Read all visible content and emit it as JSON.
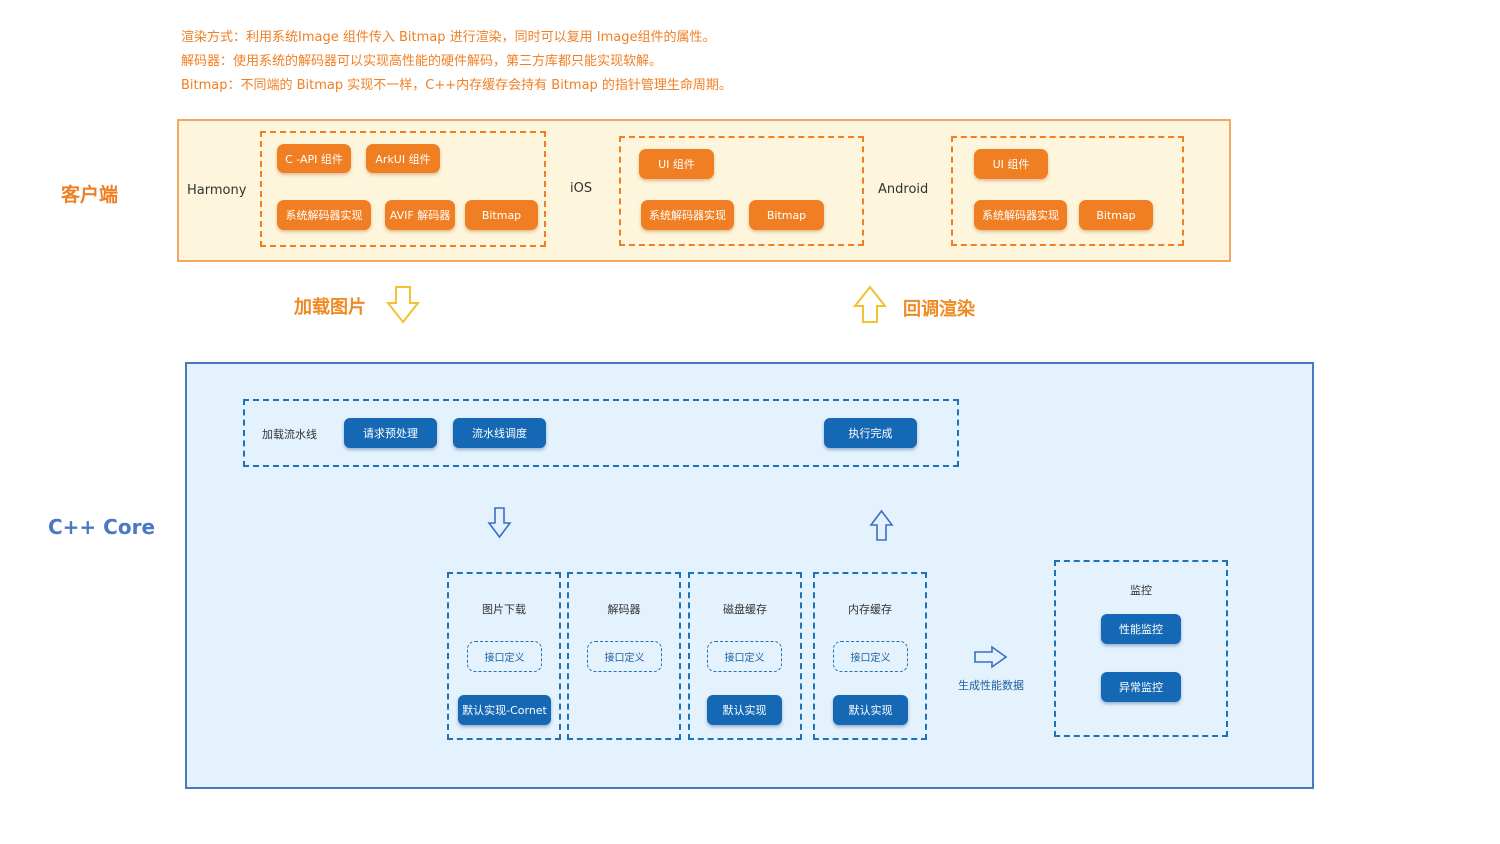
{
  "notes": [
    "渲染方式：利用系统Image 组件传入 Bitmap 进行渲染，同时可以复用 Image组件的属性。",
    "解码器：使用系统的解码器可以实现高性能的硬件解码，第三方库都只能实现软解。",
    "Bitmap：不同端的 Bitmap 实现不一样，C++内存缓存会持有 Bitmap 的指针管理生命周期。"
  ],
  "client": {
    "label": "客户端",
    "harmony": {
      "label": "Harmony",
      "items": [
        "C -API 组件",
        "ArkUI 组件",
        "系统解码器实现",
        "AVIF 解码器",
        "Bitmap"
      ]
    },
    "ios": {
      "label": "iOS",
      "items": [
        "UI 组件",
        "系统解码器实现",
        "Bitmap"
      ]
    },
    "android": {
      "label": "Android",
      "items": [
        "UI 组件",
        "系统解码器实现",
        "Bitmap"
      ]
    }
  },
  "flow": {
    "load_label": "加载图片",
    "callback_label": "回调渲染"
  },
  "core": {
    "label": "C++ Core",
    "pipeline": {
      "label": "加载流水线",
      "steps": [
        "请求预处理",
        "流水线调度",
        "执行完成"
      ]
    },
    "modules": [
      {
        "title": "图片下载",
        "iface": "接口定义",
        "impl": "默认实现-Cornet"
      },
      {
        "title": "解码器",
        "iface": "接口定义",
        "impl": ""
      },
      {
        "title": "磁盘缓存",
        "iface": "接口定义",
        "impl": "默认实现"
      },
      {
        "title": "内存缓存",
        "iface": "接口定义",
        "impl": "默认实现"
      }
    ],
    "perf_label": "生成性能数据",
    "monitor": {
      "title": "监控",
      "items": [
        "性能监控",
        "异常监控"
      ]
    }
  },
  "colors": {
    "orange": "#f07f24",
    "client_bg": "#fdf6dc",
    "core_bg": "#e4f2fd",
    "core_border": "#4a78c2",
    "blue_button": "#1568b3",
    "arrow_yellow": "#f2c230",
    "arrow_blue": "#3a6fc4"
  }
}
